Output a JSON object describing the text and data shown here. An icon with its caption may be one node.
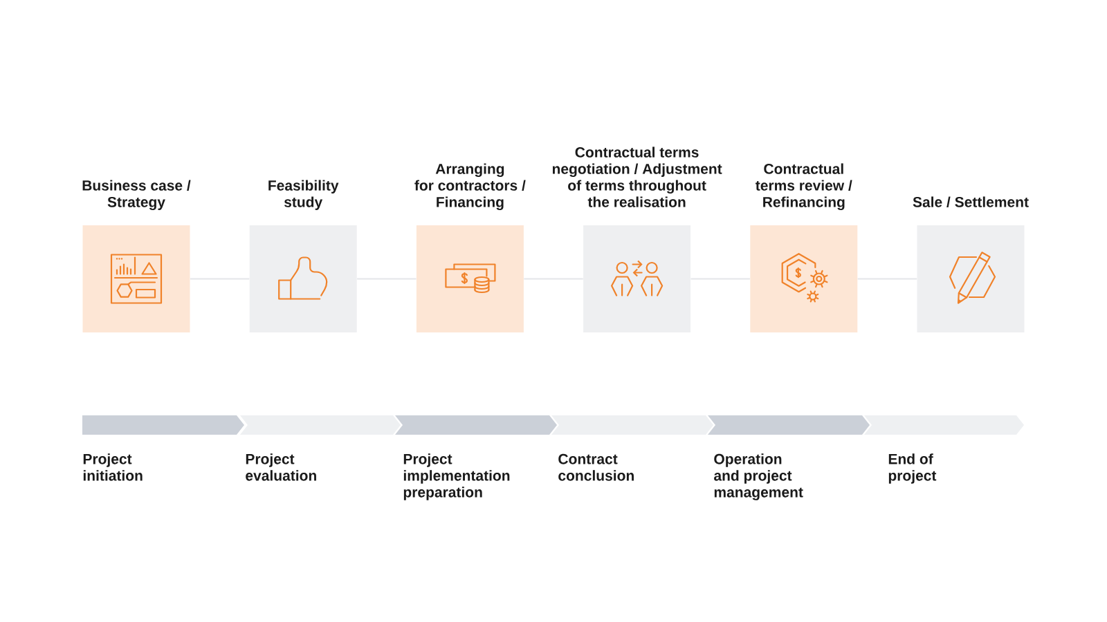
{
  "diagram": {
    "nodes": [
      {
        "text": [
          "Business case / Strategy"
        ]
      },
      {
        "text": [
          "Feasibility study"
        ]
      },
      {
        "text": [
          "Arranging for contractors / Financing"
        ]
      },
      {
        "text": [
          "Contractual terms negotiation / Adjustment of terms throughout the realisation"
        ]
      },
      {
        "text": [
          "Contractual terms review / Refinancing"
        ]
      },
      {
        "text": [
          "Sale / Settlement"
        ]
      },
      {
        "text": [
          "Project initiation"
        ]
      },
      {
        "text": [
          "Project evaluation"
        ]
      },
      {
        "text": [
          "Project implementation preparation"
        ]
      },
      {
        "text": [
          "Contract conclusion"
        ]
      },
      {
        "text": [
          "Operation and project management"
        ]
      },
      {
        "text": [
          "End of project"
        ]
      }
    ],
    "edges": [
      {
        "from": 0,
        "to": 1,
        "arrow": "none"
      },
      {
        "from": 1,
        "to": 2,
        "arrow": "none"
      },
      {
        "from": 2,
        "to": 3,
        "arrow": "none"
      },
      {
        "from": 3,
        "to": 4,
        "arrow": "none"
      },
      {
        "from": 4,
        "to": 5,
        "arrow": "none"
      }
    ]
  }
}
